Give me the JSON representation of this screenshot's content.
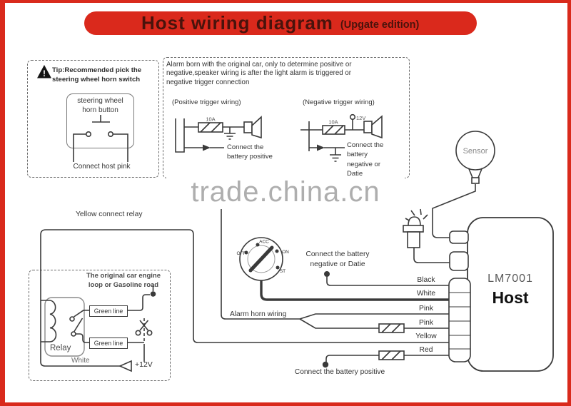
{
  "banner": {
    "title": "Host wiring diagram",
    "subtitle": "(Upgate edition)"
  },
  "watermark": {
    "text": "trade.china.cn"
  },
  "colors": {
    "frame_red": "#d92a1c",
    "banner_red": "#da291c",
    "title_maroon": "#4a130c",
    "line_gray": "#3a3a3a",
    "watermark_gray": "#aeaeae"
  },
  "tip_box": {
    "warning_mark": "!",
    "text_line1": "Tip:Recommended pick the",
    "text_line2": "steering wheel horn switch",
    "button_line1": "steering wheel",
    "button_line2": "horn button",
    "caption": "Connect host pink"
  },
  "alarm_box": {
    "note_line1": "Alarm born with the original car, only to determine positive or",
    "note_line2": "negative,speaker wiring is after the light alarm is triggered or",
    "note_line3": "negative trigger connection",
    "positive": {
      "title": "(Positive trigger wiring)",
      "fuse": "10A",
      "caption_line1": "Connect the",
      "caption_line2": "battery positive"
    },
    "negative": {
      "title": "(Negative trigger wiring)",
      "fuse": "10A",
      "terminal": "12V",
      "caption_line1": "Connect the",
      "caption_line2": "battery",
      "caption_line3": "negative or",
      "caption_line4": "Datie"
    }
  },
  "main": {
    "yellow_relay_label": "Yellow connect relay",
    "sensor_label": "Sensor",
    "ignition": {
      "off": "OFF",
      "acc": "ACC",
      "on": "ON",
      "st": "ST"
    },
    "battery_negative_line1": "Connect the battery",
    "battery_negative_line2": "negative or Datie",
    "alarm_horn_label": "Alarm horn wiring",
    "battery_positive_label": "Connect the battery positive",
    "wires": [
      "Black",
      "White",
      "Pink",
      "Pink",
      "Yellow",
      "Red"
    ],
    "host": {
      "model": "LM7001",
      "name": "Host"
    },
    "car_box": {
      "line1": "The original car engine",
      "line2": "loop or Gasoline road",
      "relay": "Relay",
      "green_line": "Green line",
      "white": "White",
      "supply": "+12V"
    }
  }
}
